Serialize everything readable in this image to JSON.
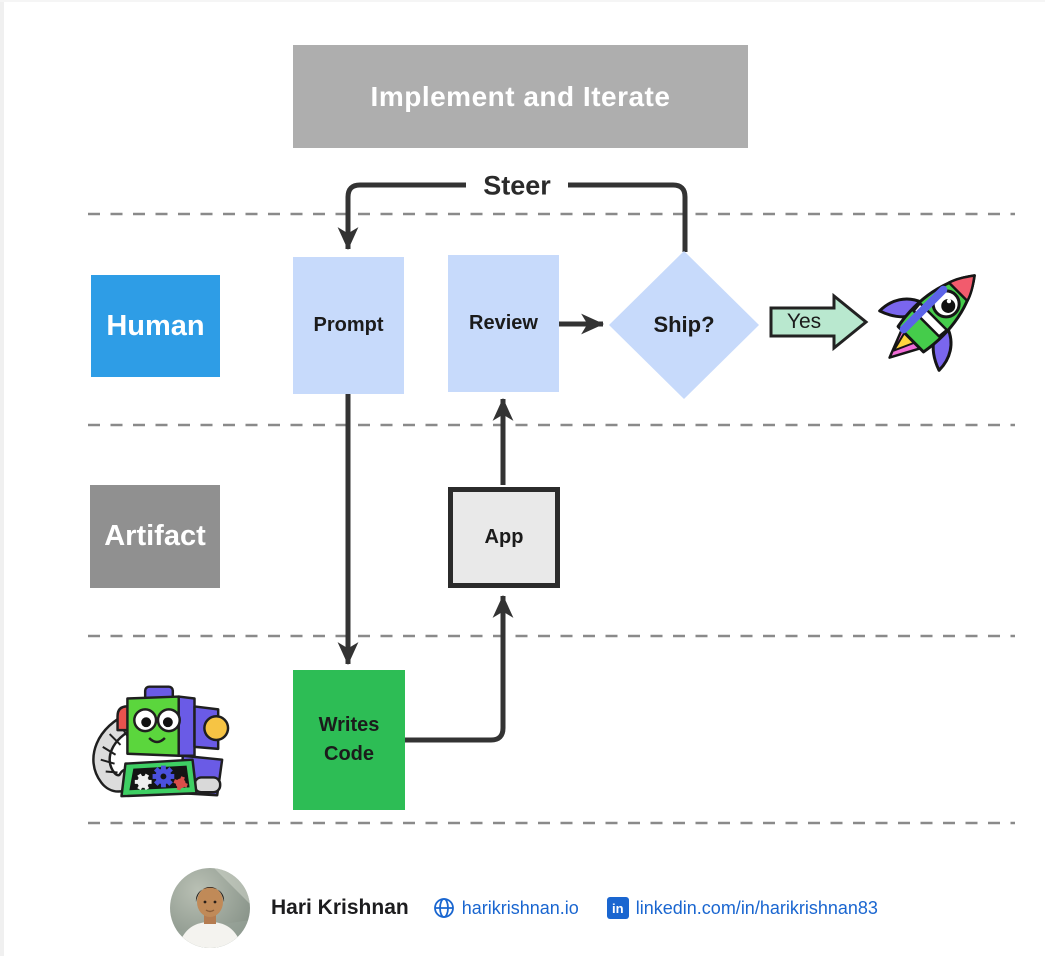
{
  "canvas": {
    "background": "#ffffff"
  },
  "banner": {
    "label": "Implement and Iterate",
    "bg": "#aeaeae",
    "text_color": "#ffffff"
  },
  "steer": {
    "label": "Steer"
  },
  "lanes": {
    "human": {
      "label": "Human",
      "color": "#2e9de6"
    },
    "artifact": {
      "label": "Artifact",
      "color": "#909090"
    },
    "ai_agent": {
      "icon": "robot-illustration"
    }
  },
  "nodes": {
    "prompt": {
      "label": "Prompt",
      "color": "#c7dafb"
    },
    "review": {
      "label": "Review",
      "color": "#c7dafb"
    },
    "ship": {
      "label": "Ship?",
      "color": "#c7dafb",
      "shape": "diamond"
    },
    "app": {
      "label": "App",
      "color": "#e9e9e9",
      "border": "#2b2b2b"
    },
    "writes_code": {
      "label": "Writes Code",
      "color": "#2dbd55"
    }
  },
  "decision": {
    "yes_label": "Yes",
    "yes_fill": "#b9e8cf"
  },
  "success": {
    "icon": "rocket-illustration"
  },
  "colors": {
    "connector": "#333333",
    "lane_divider": "#8a8a8a",
    "link": "#1a66d0"
  },
  "footer": {
    "name": "Hari Krishnan",
    "avatar": {
      "icon": "avatar-photo"
    },
    "website": {
      "icon": "globe-icon",
      "label": "harikrishnan.io"
    },
    "linkedin": {
      "icon": "linkedin-icon",
      "glyph": "in",
      "label": "linkedin.com/in/harikrishnan83"
    }
  }
}
